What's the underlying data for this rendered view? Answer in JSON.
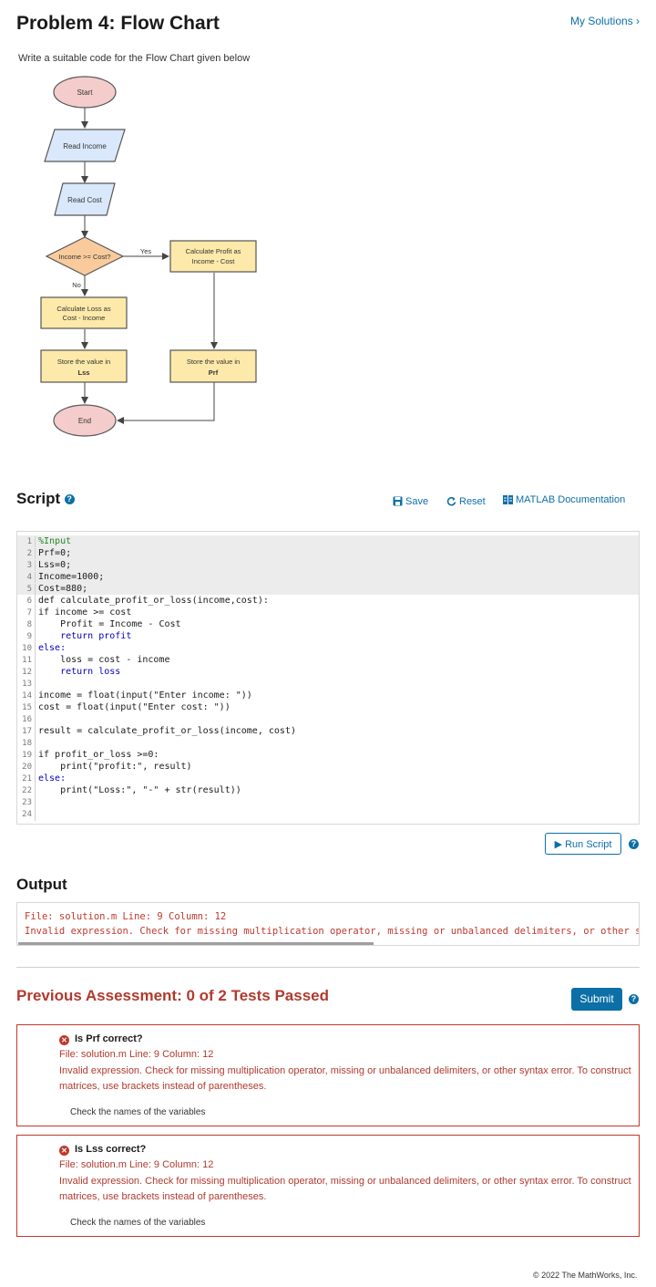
{
  "header": {
    "title": "Problem 4: Flow Chart",
    "my_solutions": "My Solutions ›",
    "description": "Write a suitable code for the Flow Chart given below"
  },
  "flowchart": {
    "start": "Start",
    "read_income": "Read Income",
    "read_cost": "Read Cost",
    "decision": "Income >= Cost?",
    "yes": "Yes",
    "no": "No",
    "profit_l1": "Calculate Profit as",
    "profit_l2": "Income - Cost",
    "loss_l1": "Calculate Loss as",
    "loss_l2": "Cost - Income",
    "store_lss_l1": "Store the value in",
    "store_lss_l2": "Lss",
    "store_prf_l1": "Store the value in",
    "store_prf_l2": "Prf",
    "end": "End"
  },
  "script": {
    "title": "Script",
    "save": "Save",
    "reset": "Reset",
    "docs": "MATLAB Documentation",
    "run": "▶ Run Script",
    "lines": [
      "%Input",
      "Prf=0;",
      "Lss=0;",
      "Income=1000;",
      "Cost=880;",
      "def calculate_profit_or_loss(income,cost):",
      "if income >= cost",
      "    Profit = Income - Cost",
      "    return profit",
      "else:",
      "    loss = cost - income",
      "    return loss",
      "",
      "income = float(input(\"Enter income: \"))",
      "cost = float(input(\"Enter cost: \"))",
      "",
      "result = calculate_profit_or_loss(income, cost)",
      "",
      "if profit_or_loss >=0:",
      "    print(\"profit:\", result)",
      "else:",
      "    print(\"Loss:\", \"-\" + str(result))",
      "",
      ""
    ]
  },
  "output": {
    "title": "Output",
    "line1": "File: solution.m Line: 9 Column: 12",
    "line2": "Invalid expression. Check for missing multiplication operator, missing or unbalanced delimiters, or other syntax error."
  },
  "assessment": {
    "title": "Previous Assessment: 0 of 2 Tests Passed",
    "submit": "Submit",
    "tests": [
      {
        "name": "Is Prf correct?",
        "file": "File: solution.m Line: 9 Column: 12",
        "message": "Invalid expression. Check for missing multiplication operator, missing or unbalanced delimiters, or other syntax error. To construct matrices, use brackets instead of parentheses.",
        "hint": "Check the names of the variables"
      },
      {
        "name": "Is Lss correct?",
        "file": "File: solution.m Line: 9 Column: 12",
        "message": "Invalid expression. Check for missing multiplication operator, missing or unbalanced delimiters, or other syntax error. To construct matrices, use brackets instead of parentheses.",
        "hint": "Check the names of the variables"
      }
    ]
  },
  "footer": "© 2022 The MathWorks, Inc.",
  "colors": {
    "accent": "#0c6fa6",
    "error": "#b03a2e",
    "terminal_fill": "#f4cccc",
    "io_fill": "#dae8fc",
    "decision_fill": "#f9cb9c",
    "process_fill": "#fde9a9"
  }
}
